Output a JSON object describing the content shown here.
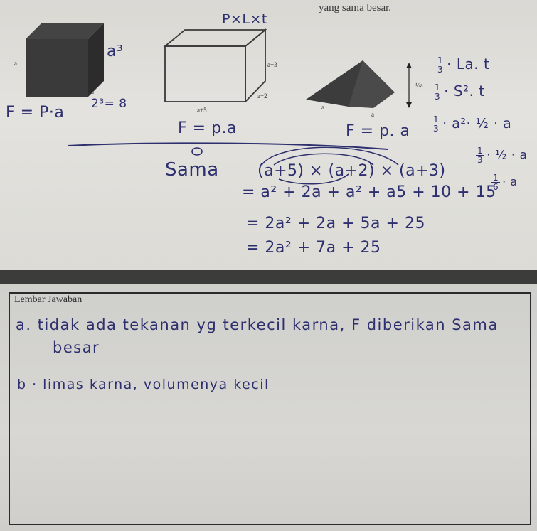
{
  "worksheet": {
    "header_fragment": "yang sama besar.",
    "formula_box": "P×L×t",
    "cube": {
      "side_label": "a",
      "top_label": "a",
      "volume_note": "a³",
      "volume_example": "2³= 8",
      "force_formula": "F = P·a"
    },
    "prism": {
      "label_height": "a+3",
      "label_depth": "a+2",
      "label_length": "a+5",
      "force_formula": "F = p.a"
    },
    "pyramid": {
      "height_label": "½a",
      "base_left": "a",
      "base_right": "a",
      "force_formula": "F = p. a"
    },
    "pyramid_volume_notes": {
      "line1_rest": "· La. t",
      "line2_rest": "· S². t",
      "line3_rest": "· a²· ½ · a",
      "line4_rest": "· ½ · a",
      "line5_rest": "· a",
      "frac_num": "1",
      "frac_den3": "3",
      "frac_den2": "2",
      "frac_den6": "6"
    },
    "expansion": {
      "label": "Sama",
      "expression": "(a+5) × (a+2) × (a+3)",
      "step1": "= a² + 2a + a² + a5 + 10 + 15",
      "step2": "= 2a² + 2a + 5a + 25",
      "step3": "= 2a² + 7a + 25"
    }
  },
  "answer_sheet": {
    "title": "Lembar Jawaban",
    "answer_a_line1": "a. tidak ada tekanan yg terkecil karna, F diberikan Sama",
    "answer_a_line2": "besar",
    "answer_b": "b · limas karna, volumenya kecil"
  },
  "colors": {
    "ink": "#2d2f6e",
    "paper": "#dcdbd6",
    "border": "#2b2b2b"
  }
}
